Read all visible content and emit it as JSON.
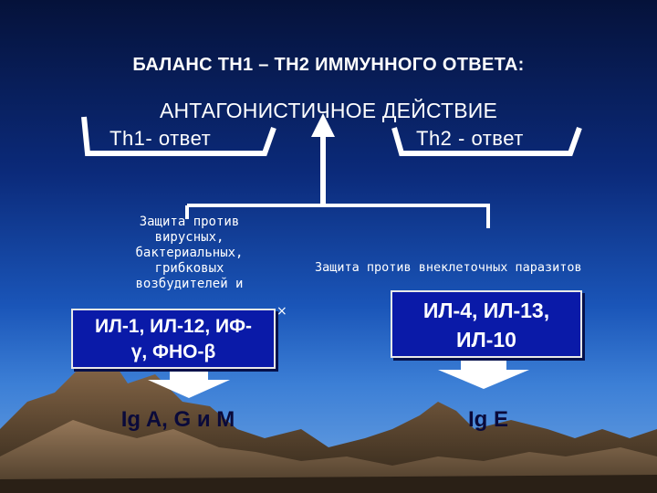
{
  "title": "БАЛАНС ТН1 – ТН2 ИММУННОГО ОТВЕТА:",
  "subtitle": "АНТАГОНИСТИЧНОЕ ДЕЙСТВИЕ",
  "th1": {
    "label": "Th1- ответ",
    "protection": [
      "Защита против",
      "вирусных,",
      "бактериальных,",
      "грибковых",
      "возбудителей и"
    ],
    "cytokines_line1": "ИЛ-1, ИЛ-12, ИФ-",
    "cytokines_line2": "γ, ФНО-β",
    "ig": "Ig A, G и M"
  },
  "th2": {
    "label": "Th2 - ответ",
    "protection": "Защита против внеклеточных паразитов",
    "cytokines_line1": "ИЛ-4, ИЛ-13,",
    "cytokines_line2": "ИЛ-10",
    "ig": "Ig E"
  },
  "colors": {
    "box_fill": "#0a1aa8",
    "arrow_fill": "#ffffff",
    "ig_text": "#0a0a3a"
  }
}
